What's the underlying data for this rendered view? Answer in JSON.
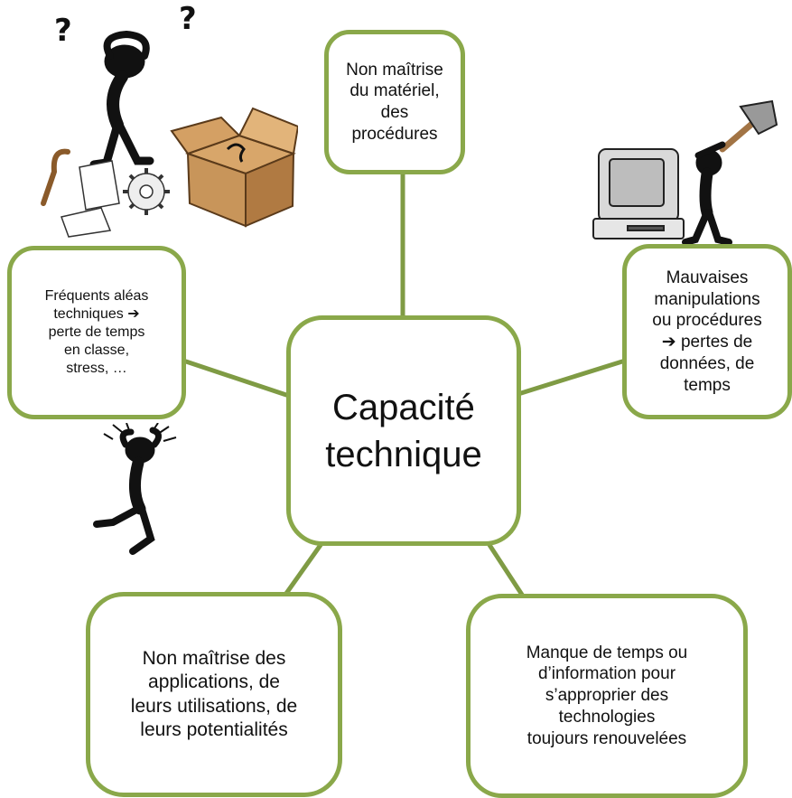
{
  "center": {
    "label": "Capacité\ntechnique"
  },
  "nodes": {
    "top": "Non maîtrise\ndu  matériel,\ndes\nprocédures",
    "left": "Fréquents aléas\ntechniques ➔\nperte de temps\nen classe,\nstress, …",
    "right": "Mauvaises\nmanipulations\nou procédures\n➔ pertes de\ndonnées, de\ntemps",
    "bottom_left": "Non maîtrise des\napplications, de\nleurs utilisations, de\nleurs potentialités",
    "bottom_right": "Manque de temps ou\nd’information pour\ns’approprier des\ntechnologies\ntoujours renouvelées"
  },
  "illustrations": [
    {
      "name": "confused-figure-with-box-icon"
    },
    {
      "name": "figure-hitting-computer-with-hammer-icon"
    },
    {
      "name": "stressed-figure-icon"
    }
  ],
  "colors": {
    "border": "#8aa84a",
    "connector": "#7f9b44",
    "figure": "#111111",
    "box": "#c8955a"
  }
}
